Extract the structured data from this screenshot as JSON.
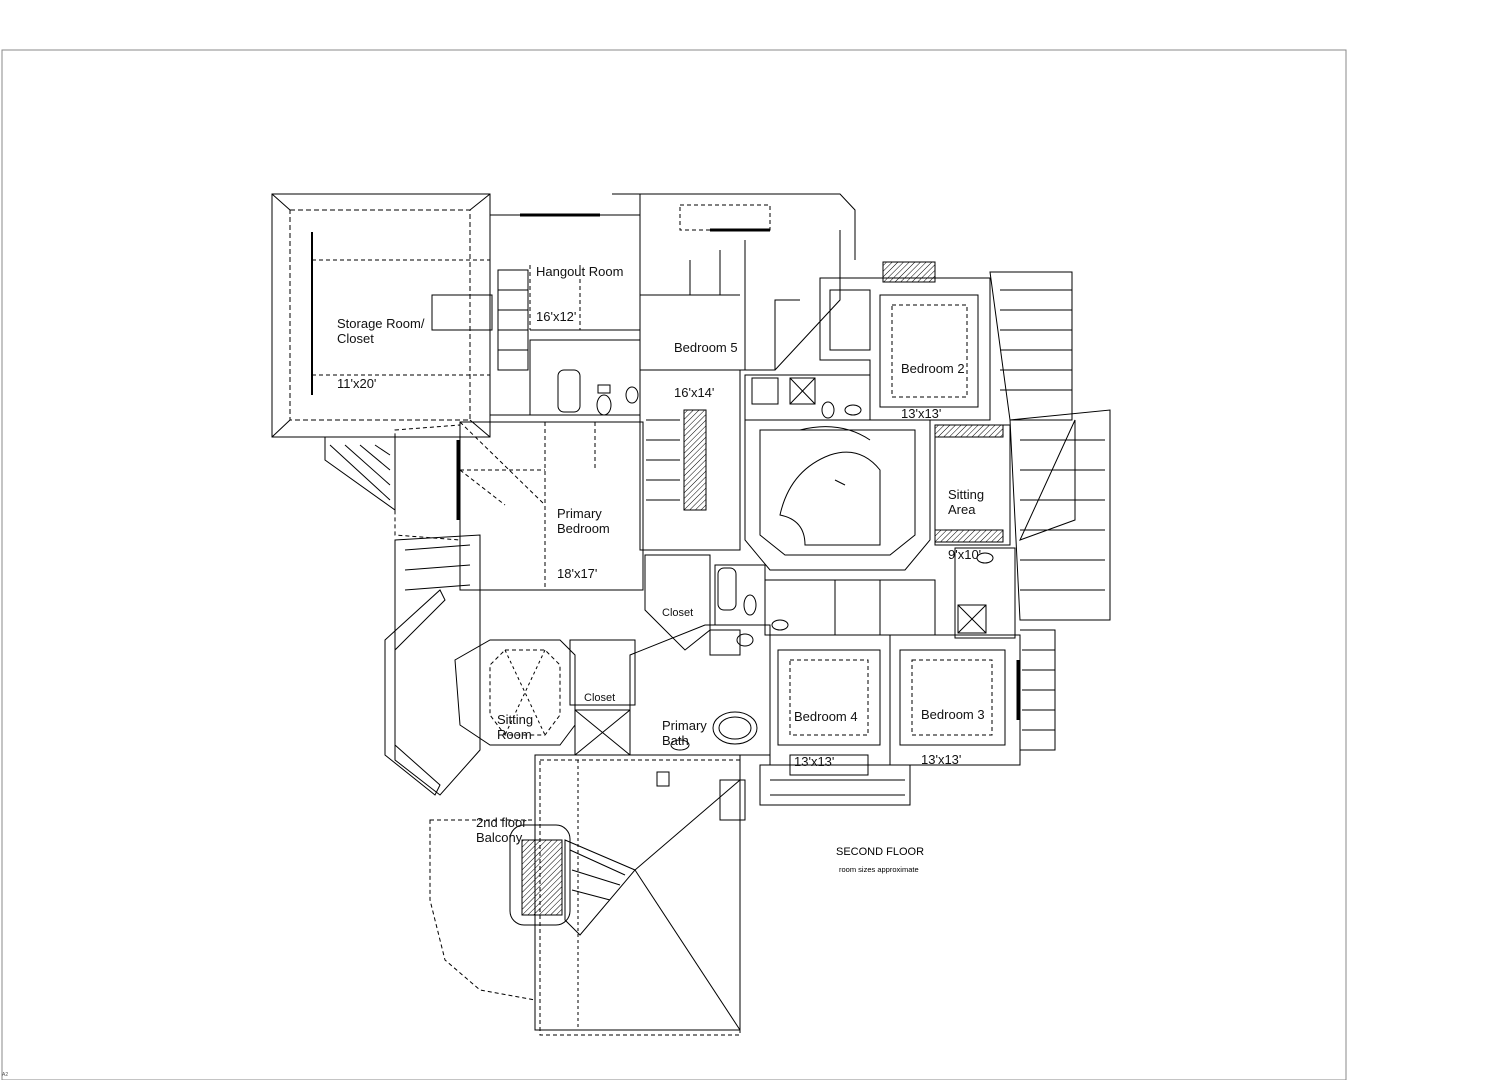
{
  "plan": {
    "title": "SECOND FLOOR",
    "subtitle": "room sizes approximate",
    "corner_mark": "A2",
    "line_color": "#000000",
    "background": "#ffffff"
  },
  "rooms": {
    "storage": {
      "name": "Storage Room/\nCloset",
      "size": "11'x20'"
    },
    "hangout": {
      "name": "Hangout Room",
      "size": "16'x12'"
    },
    "bedroom5": {
      "name": "Bedroom 5",
      "size": "16'x14'"
    },
    "bedroom2": {
      "name": "Bedroom 2",
      "size": "13'x13'"
    },
    "primary_bedroom": {
      "name": "Primary\nBedroom",
      "size": "18'x17'"
    },
    "sitting_area": {
      "name": "Sitting\nArea",
      "size": "9'x10'"
    },
    "closet_upper": {
      "name": "Closet"
    },
    "closet_lower": {
      "name": "Closet"
    },
    "sitting_room": {
      "name": "Sitting\nRoom"
    },
    "primary_bath": {
      "name": "Primary\nBath"
    },
    "bedroom4": {
      "name": "Bedroom 4",
      "size": "13'x13'"
    },
    "bedroom3": {
      "name": "Bedroom 3",
      "size": "13'x13'"
    },
    "balcony": {
      "name": "2nd floor\nBalcony"
    }
  }
}
